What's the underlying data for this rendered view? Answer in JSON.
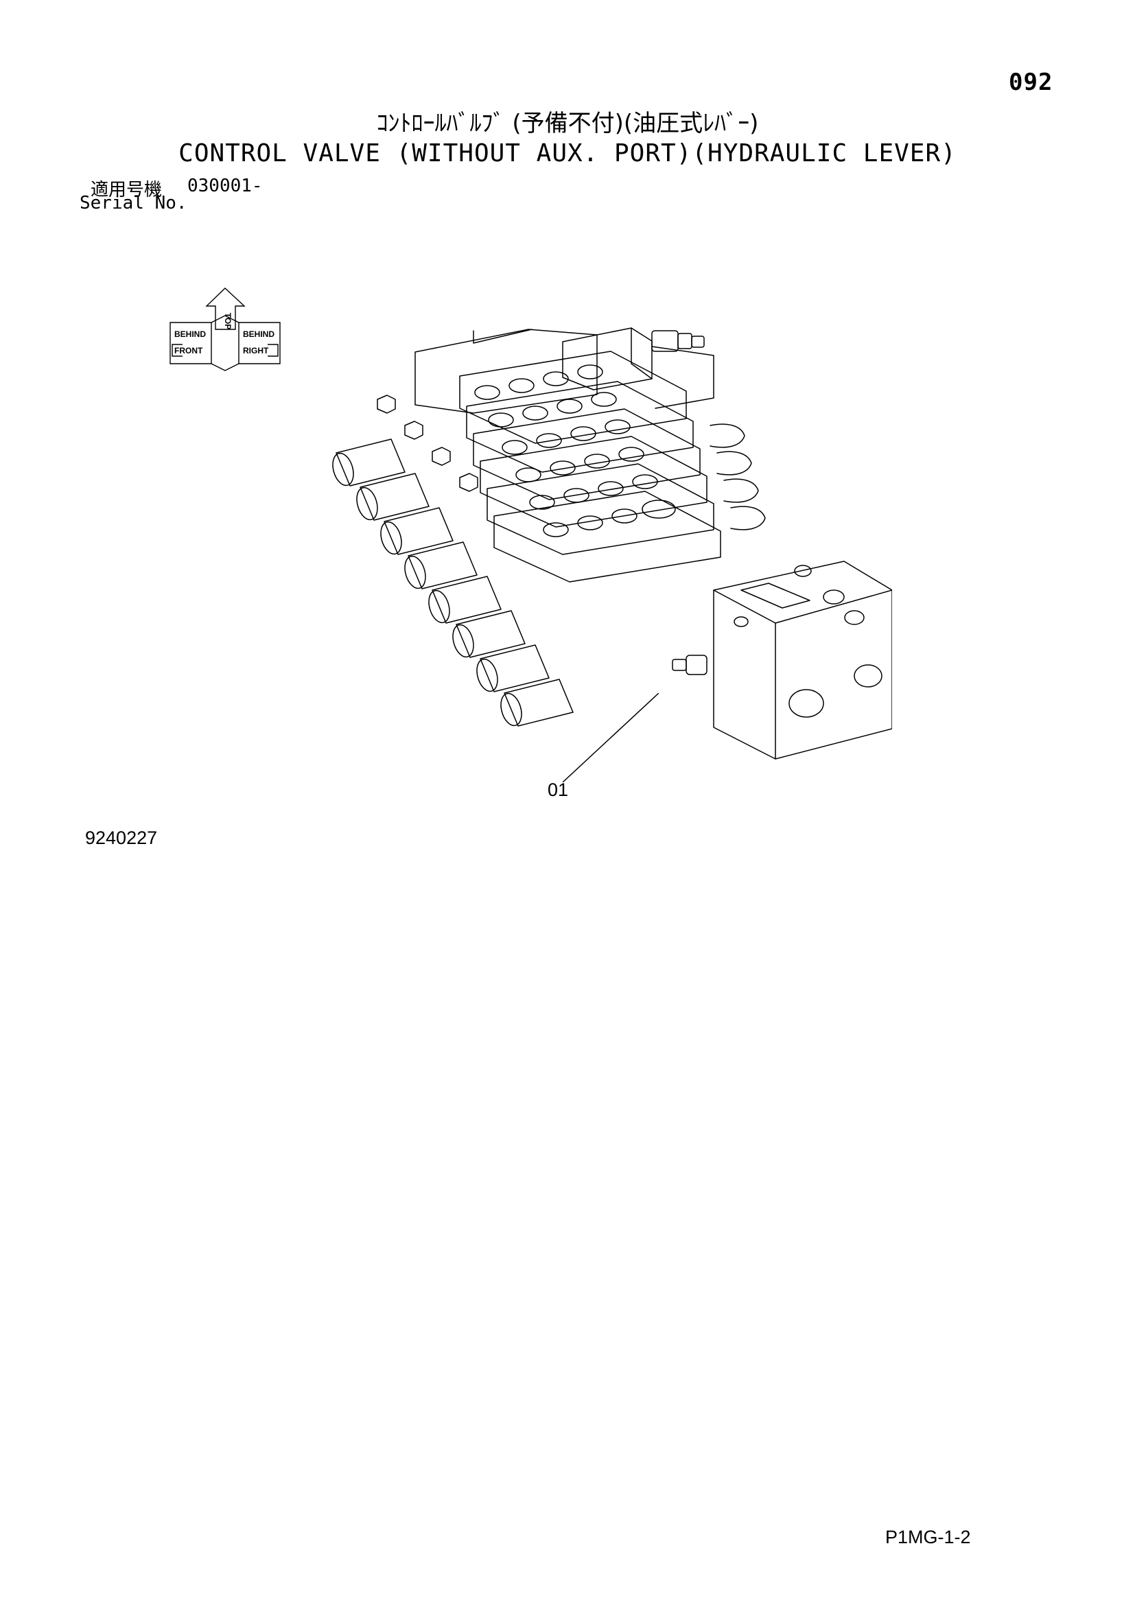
{
  "page": {
    "number": "092",
    "title_jp": "ｺﾝﾄﾛｰﾙﾊﾞﾙﾌﾞ (予備不付)(油圧式ﾚﾊﾞｰ)",
    "title_en": "CONTROL VALVE (WITHOUT AUX. PORT)(HYDRAULIC LEVER)",
    "serial_label_jp": "適用号機",
    "serial_value": "030001-",
    "serial_label_en": "Serial No."
  },
  "orientation_marker": {
    "top_label": "TOP",
    "front_label": "FRONT",
    "right_label": "RIGHT",
    "behind_left_label": "BEHIND",
    "behind_right_label": "BEHIND"
  },
  "callouts": [
    {
      "id": "01"
    }
  ],
  "drawing_number": "9240227",
  "footer_code": "P1MG-1-2"
}
